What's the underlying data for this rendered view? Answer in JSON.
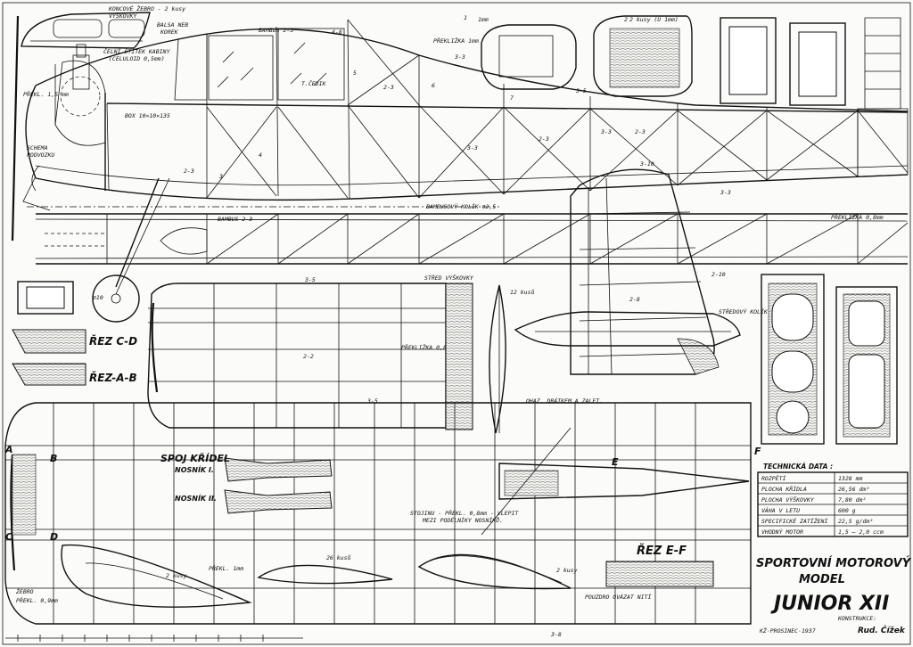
{
  "title": {
    "line1": "SPORTOVNÍ MOTOROVÝ",
    "line2": "MODEL",
    "model": "JUNIOR XII",
    "konstrukce_label": "KONSTRUKCE:",
    "signature": "Rud. Čížek",
    "credit": "KŽ·PROSINEC·1937"
  },
  "tech": {
    "heading": "TECHNICKÁ DATA :",
    "rows": [
      {
        "label": "ROZPĚTÍ",
        "value": "1328 mm"
      },
      {
        "label": "PLOCHA KŘÍDLA",
        "value": "26,56 dm²"
      },
      {
        "label": "PLOCHA VÝŠKOVKY",
        "value": "7,80 dm²"
      },
      {
        "label": "VÁHA V LETU",
        "value": "600 g"
      },
      {
        "label": "SPECIFICKÉ ZATÍŽENÍ",
        "value": "22,5 g/dm²"
      },
      {
        "label": "VHODNÝ MOTOR",
        "value": "1,5 – 2,0 ccm"
      }
    ]
  },
  "labels": {
    "konc_zebro": "KONCOVÉ ŽEBRO - 2 kusy",
    "vyskovky": "VÝŠKOVKY",
    "balsa": "BALSA NEB",
    "korek": "KOREK",
    "celni1": "ČELNÍ ŠTÍTEK KABINY",
    "celni2": "(CELULOID 0,5mm)",
    "prekl_15": "PŘEKL. 1,5 mm",
    "schema1": "SCHEMA",
    "schema2": "PODVOZKU",
    "bambus_top": "BAMBUS 2-3",
    "bambus_mid": "BAMBUS 2-3",
    "prekl_1mm": "PŘEKLIŽKA 1mm",
    "box": "BOX 10×10×135",
    "tedik": "T.ČEDIK",
    "bambus_kolik": "BAMBUSOVÝ KOLÍK ∅2,5",
    "prekl_08_right": "PŘEKLIŽKA 0,8mm",
    "stred_vyskovky": "STŘED VÝŠKOVKY",
    "prekl_08_mid": "PŘEKLIŽKA 0,8",
    "kusu12": "12 kusů",
    "stredovy_kolik": "STŘEDOVÝ KOLÍK",
    "ohaz": "OHAZ. DRÁTKEM A ZALET.",
    "rez_cd": "ŘEZ C-D",
    "rez_ab": "ŘEZ-A-B",
    "rez_ef": "ŘEZ E-F",
    "spoj": "SPOJ KŘÍDEL",
    "nosnik1": "NOSNÍK I.",
    "nosnik2": "NOSNÍK II.",
    "stojinu1": "STOJINU - PŘEKL. 0,8mm - VLEPIT",
    "stojinu2": "MEZI PODÉLNÍKY NOSNÍKŮ.",
    "zebro": "ŽEBRO",
    "prekl_09": "PŘEKL. 0,9mm",
    "kusy2a": "2 kusy",
    "prekl_1a": "PŘEKL. 1mm",
    "kusu26": "26 kusů",
    "kusy2b": "2 kusy",
    "pouzdro": "POUZDRO OVÁZAT NITÍ",
    "kusy2_top": "2 kusy (U 1mm)",
    "mm1": "1mm",
    "num1": "1",
    "num2": "2",
    "num3": "3",
    "num4": "4",
    "num5": "5",
    "num6": "6",
    "num7": "7",
    "s23a": "2-3",
    "s23b": "2-3",
    "s23c": "2-3",
    "s23d": "2-3",
    "s33a": "3-3",
    "s33b": "3-3",
    "s33c": "3-3",
    "s33d": "3-3",
    "s48": "4-8",
    "s35a": "3-5",
    "s35b": "3-5",
    "s35c": "3-5",
    "s310": "3-10",
    "s28": "2-8",
    "s210": "2-10",
    "s22": "2-2",
    "s38": "3-8",
    "lA": "A",
    "lB": "B",
    "lC": "C",
    "lD": "D",
    "lE": "E",
    "lF": "F",
    "phi10": "∅10"
  }
}
